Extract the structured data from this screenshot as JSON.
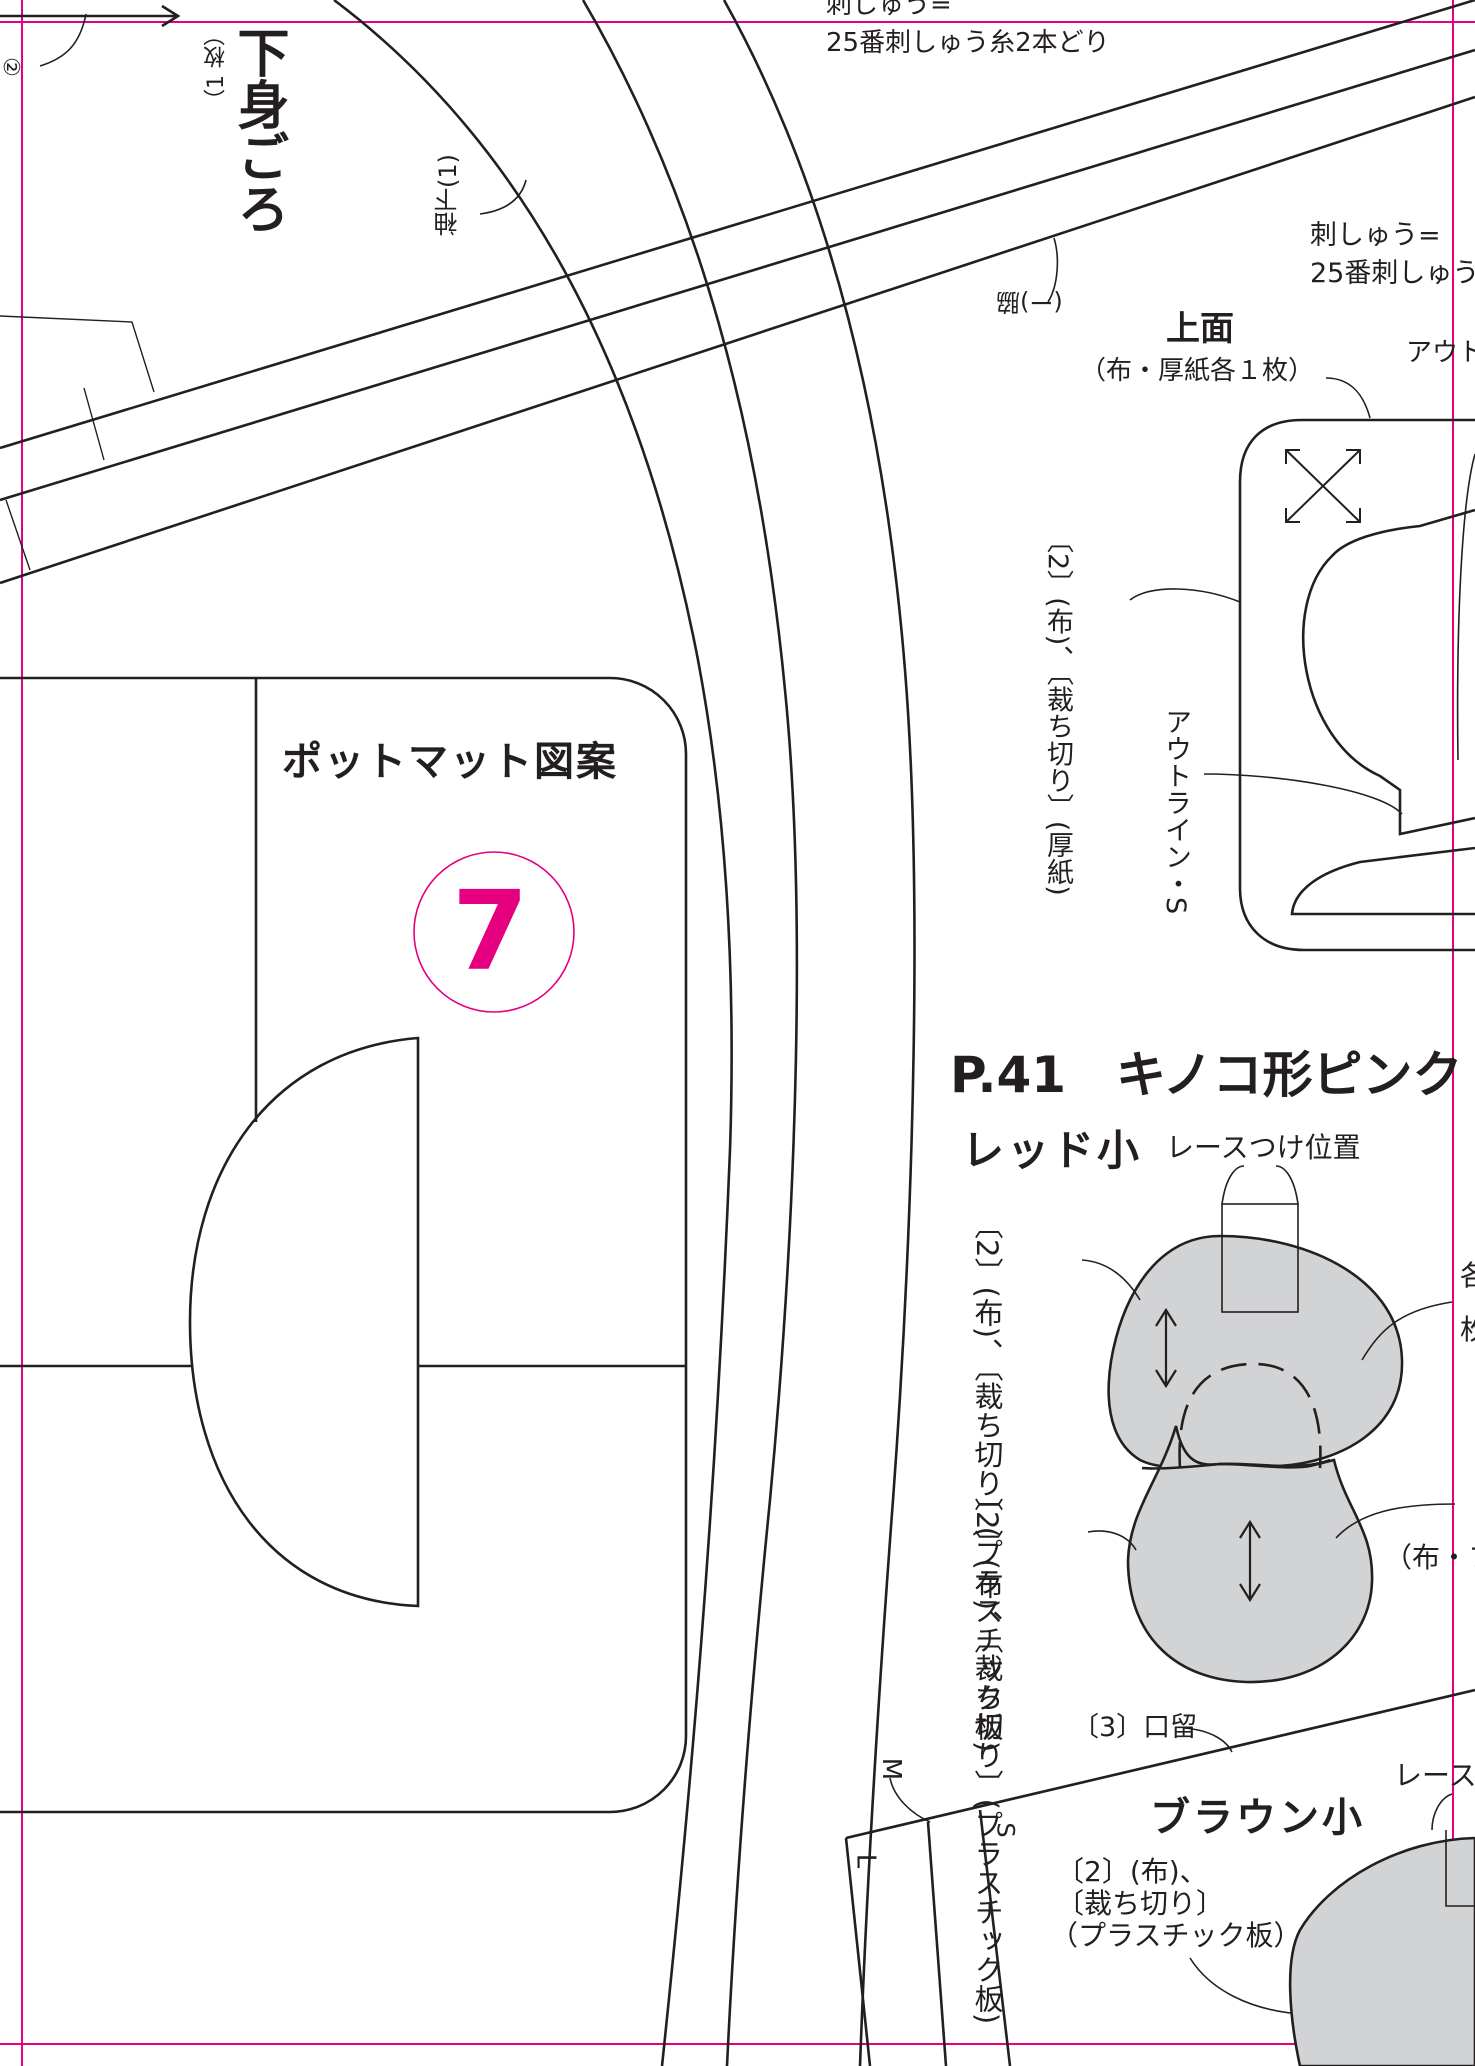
{
  "sheet": {
    "pattern_number": "7",
    "colors": {
      "line": "#231f20",
      "guide": "#e4007f",
      "badge": "#e4007f",
      "fill": "#d1d3d4"
    }
  },
  "top": {
    "embroidery_note_1": "刺しゅう=",
    "embroidery_note_1b": "25番刺しゅう糸2本どり",
    "embroidery_note_2": "刺しゅう=",
    "embroidery_note_2b": "25番刺しゅう",
    "lower_body_title": "下身ごろ",
    "lower_body_count": "（1 枚）",
    "circled_two": "②",
    "sleeve_under": "袖下(1)",
    "rotated_label": "(ー)脇"
  },
  "top_panel": {
    "title": "上面",
    "count": "（布・厚紙各１枚）",
    "outline_top": "アウト",
    "seam_note": "〔2〕(布)、〔裁ち切り〕(厚紙)",
    "outline_stitch": "アウトライン・S"
  },
  "potmat": {
    "title": "ポットマット図案"
  },
  "p41": {
    "heading": "P.41　キノコ形ピンク",
    "red_small": "レッド小",
    "lace_position": "レースつけ位置",
    "cap_note": "〔2〕(布)、〔裁ち切り〕(プラスチック板)",
    "stem_note": "〔2〕(布)、〔裁ち切り〕(プラスチック板)",
    "side_note_1": "各",
    "side_note_2": "枚",
    "cloth_note": "（布・フ",
    "opening_note": "〔3〕口留",
    "brown_small": "ブラウン小",
    "brown_note_1": "〔2〕(布)、",
    "brown_note_2": "〔裁ち切り〕",
    "brown_note_3": "（プラスチック板）",
    "lace_short": "レース",
    "size_m": "M",
    "size_l": "L",
    "size_s": "S"
  }
}
